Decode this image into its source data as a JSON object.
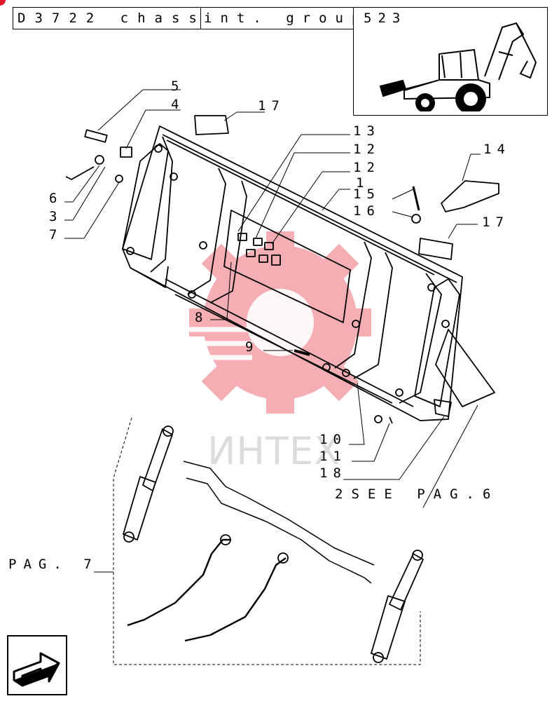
{
  "header": {
    "title": "D3722 chassis",
    "group": "int. group",
    "page_number": "523"
  },
  "watermark": {
    "text": "ИНТЕХ",
    "color": "#f4a2a8"
  },
  "callouts": [
    {
      "id": "5",
      "text": "5"
    },
    {
      "id": "4",
      "text": "4"
    },
    {
      "id": "6",
      "text": "6"
    },
    {
      "id": "3",
      "text": "3"
    },
    {
      "id": "7",
      "text": "7"
    },
    {
      "id": "17a",
      "text": "17"
    },
    {
      "id": "13",
      "text": "13"
    },
    {
      "id": "12a",
      "text": "12"
    },
    {
      "id": "12b",
      "text": "12"
    },
    {
      "id": "1",
      "text": "1"
    },
    {
      "id": "15",
      "text": "15"
    },
    {
      "id": "14",
      "text": "14"
    },
    {
      "id": "16",
      "text": "16"
    },
    {
      "id": "17b",
      "text": "17"
    },
    {
      "id": "8",
      "text": "8"
    },
    {
      "id": "9",
      "text": "9"
    },
    {
      "id": "10",
      "text": "10"
    },
    {
      "id": "11",
      "text": "11"
    },
    {
      "id": "18",
      "text": "18"
    }
  ],
  "references": {
    "see_page_6": "2SEE PAG.6",
    "page_7": "PAG. 7"
  },
  "nav": {
    "icon": "arrow-next-icon",
    "accent": "#e0162b"
  }
}
